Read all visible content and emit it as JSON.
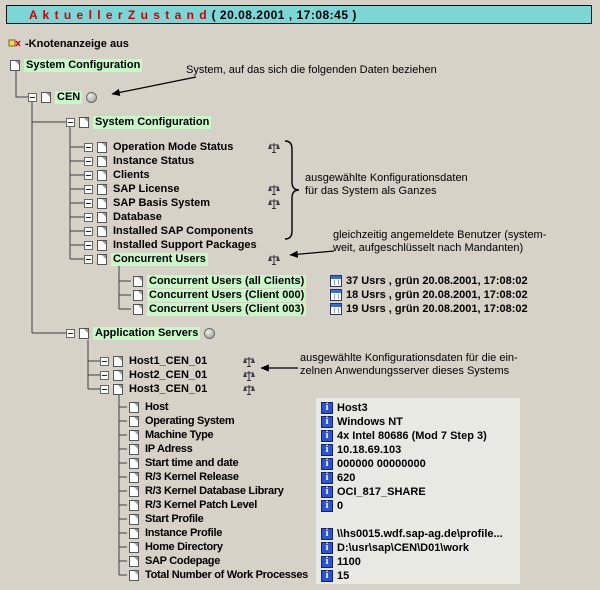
{
  "colors": {
    "background": "#d6d2c7",
    "title_bar_bg": "#7dd6d6",
    "title_text_red": "#cf0000",
    "highlight_green": "#c8f8c8",
    "value_strip_bg": "#e9e9e3",
    "info_icon_blue": "#2f52d0"
  },
  "title": {
    "name": "A k t u e l l e r   Z u s t a n d",
    "timestamp": "( 20.08.2001 , 17:08:45 )"
  },
  "legend": {
    "label": "-Knotenanzeige aus"
  },
  "annotations": {
    "system_ref": "System, auf das sich die folgenden Daten beziehen",
    "config_scope_1": "ausgewählte Konfigurationsdaten",
    "config_scope_2": "für das System als Ganzes",
    "concurrent_1": "gleichzeitig angemeldete Benutzer (system-",
    "concurrent_2": "weit, aufgeschlüsselt nach Mandanten)",
    "servers_1": "ausgewählte Konfigurationsdaten für die ein-",
    "servers_2": "zelnen Anwendungsserver dieses Systems"
  },
  "tree": {
    "root": "System Configuration",
    "system": "CEN",
    "system_config": "System Configuration",
    "config_items": [
      "Operation Mode Status",
      "Instance Status",
      "Clients",
      "SAP License",
      "SAP Basis System",
      "Database",
      "Installed SAP Components",
      "Installed Support Packages",
      "Concurrent Users"
    ],
    "concurrent_users": [
      {
        "label": "Concurrent Users (all Clients)",
        "value": "37 Usrs , grün 20.08.2001, 17:08:02"
      },
      {
        "label": "Concurrent Users (Client 000)",
        "value": "18 Usrs , grün 20.08.2001, 17:08:02"
      },
      {
        "label": "Concurrent Users (Client 003)",
        "value": "19 Usrs , grün 20.08.2001, 17:08:02"
      }
    ],
    "app_servers": "Application Servers",
    "hosts": [
      "Host1_CEN_01",
      "Host2_CEN_01",
      "Host3_CEN_01"
    ],
    "properties": [
      {
        "label": "Host",
        "value": "Host3"
      },
      {
        "label": "Operating System",
        "value": "Windows NT"
      },
      {
        "label": "Machine Type",
        "value": "4x Intel 80686 (Mod 7 Step 3)"
      },
      {
        "label": "IP Adress",
        "value": "10.18.69.103"
      },
      {
        "label": "Start time and date",
        "value": "000000 00000000"
      },
      {
        "label": "R/3 Kernel Release",
        "value": "620"
      },
      {
        "label": "R/3 Kernel Database Library",
        "value": "OCI_817_SHARE"
      },
      {
        "label": "R/3 Kernel Patch Level",
        "value": "0"
      },
      {
        "label": "Start Profile",
        "value": ""
      },
      {
        "label": "Instance Profile",
        "value": "\\\\hs0015.wdf.sap-ag.de\\profile..."
      },
      {
        "label": "Home Directory",
        "value": "D:\\usr\\sap\\CEN\\D01\\work"
      },
      {
        "label": "SAP Codepage",
        "value": "1100"
      },
      {
        "label": "Total Number of Work Processes",
        "value": "15"
      }
    ]
  }
}
